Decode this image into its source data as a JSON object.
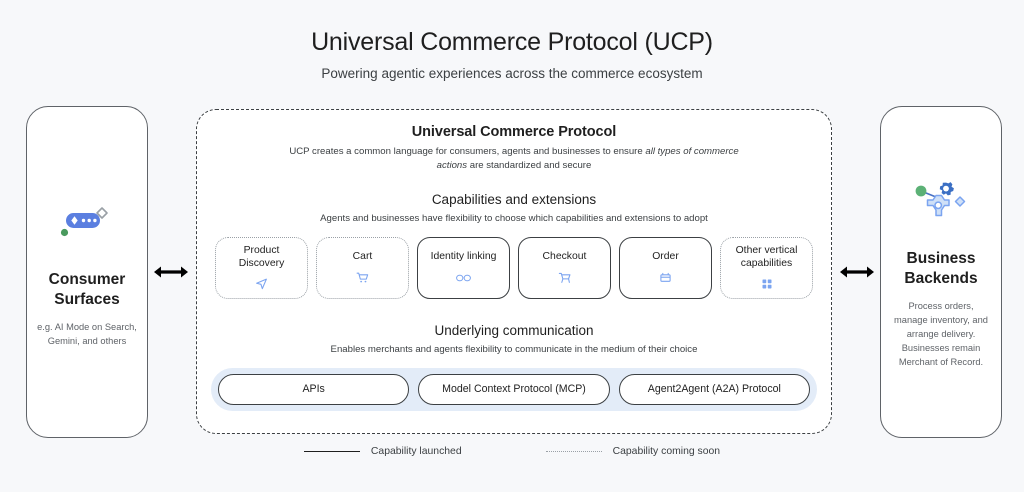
{
  "header": {
    "title": "Universal Commerce Protocol (UCP)",
    "subtitle": "Powering agentic experiences across the commerce ecosystem"
  },
  "left_panel": {
    "icon": "consumer-surface-capsule-icon",
    "title": "Consumer Surfaces",
    "description": "e.g. AI Mode on Search, Gemini, and others"
  },
  "right_panel": {
    "icon": "business-backend-gear-icon",
    "title": "Business Backends",
    "description": "Process orders, manage inventory, and arrange delivery. Businesses remain Merchant of Record."
  },
  "arrows": {
    "left": "double-arrow-left",
    "right": "double-arrow-right"
  },
  "protocol": {
    "title": "Universal Commerce Protocol",
    "description_lead": "UCP creates a common language for consumers, agents and businesses to ensure ",
    "description_italic": "all types of commerce actions",
    "description_tail": " are standardized and secure"
  },
  "capabilities": {
    "title": "Capabilities and extensions",
    "subtitle": "Agents and businesses have flexibility to choose which capabilities and extensions to adopt",
    "cards": [
      {
        "label": "Product Discovery",
        "status": "soon",
        "icon": "send-paper-plane-icon"
      },
      {
        "label": "Cart",
        "status": "soon",
        "icon": "shopping-cart-icon"
      },
      {
        "label": "Identity linking",
        "status": "launched",
        "icon": "link-chain-icon"
      },
      {
        "label": "Checkout",
        "status": "launched",
        "icon": "checkout-cart-icon"
      },
      {
        "label": "Order",
        "status": "launched",
        "icon": "order-box-icon"
      },
      {
        "label": "Other vertical capabilities",
        "status": "soon",
        "icon": "grid-squares-icon"
      }
    ]
  },
  "communication": {
    "title": "Underlying communication",
    "subtitle": "Enables merchants and agents flexibility to communicate in the medium of their choice",
    "pills": [
      {
        "label": "APIs"
      },
      {
        "label": "Model Context Protocol (MCP)"
      },
      {
        "label": "Agent2Agent (A2A) Protocol"
      }
    ]
  },
  "legend": {
    "launched_label": "Capability launched",
    "soon_label": "Capability coming soon"
  },
  "colors": {
    "page_background": "#f7f8fa",
    "accent_blue": "#5b7fe0",
    "icon_blue": "#7ba4f0",
    "rail_blue": "#e3ecf8",
    "border_dark": "#3c4043",
    "border_muted": "#9aa0a6",
    "green": "#34a853",
    "gear_blue": "#4a72c4"
  }
}
